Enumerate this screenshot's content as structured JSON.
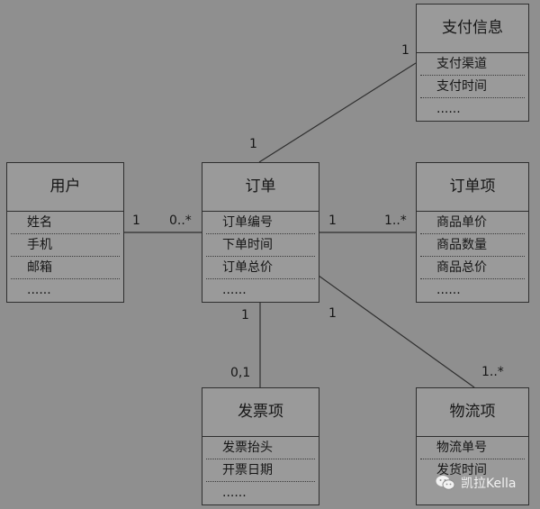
{
  "classes": {
    "payment": {
      "title": "支付信息",
      "attrs": [
        "支付渠道",
        "支付时间",
        "......"
      ]
    },
    "user": {
      "title": "用户",
      "attrs": [
        "姓名",
        "手机",
        "邮箱",
        "......"
      ]
    },
    "order": {
      "title": "订单",
      "attrs": [
        "订单编号",
        "下单时间",
        "订单总价",
        "......"
      ]
    },
    "orderitem": {
      "title": "订单项",
      "attrs": [
        "商品单价",
        "商品数量",
        "商品总价",
        "......"
      ]
    },
    "invoice": {
      "title": "发票项",
      "attrs": [
        "发票抬头",
        "开票日期",
        "......"
      ]
    },
    "logistics": {
      "title": "物流项",
      "attrs": [
        "物流单号",
        "发货时间"
      ]
    }
  },
  "multiplicities": {
    "payment_payment_end": "1",
    "payment_order_end": "1",
    "user_user_end": "1",
    "user_order_end": "0..*",
    "orderitem_order_end": "1",
    "orderitem_item_end": "1..*",
    "invoice_order_end": "1",
    "invoice_invoice_end": "0,1",
    "logistics_order_end": "1",
    "logistics_logistics_end": "1..*"
  },
  "watermark": {
    "text": "凯拉Kella",
    "icon": "wechat-icon"
  },
  "colors": {
    "background": "#8f8f8f",
    "box": "#9a9a9a",
    "line": "#2f2f2f"
  }
}
